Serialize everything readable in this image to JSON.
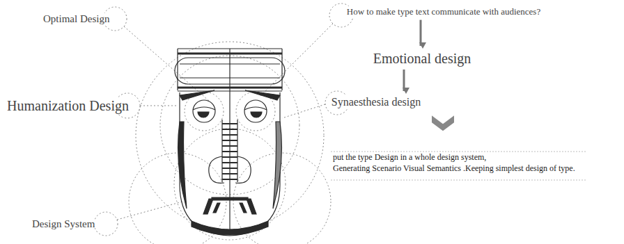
{
  "diagram": {
    "nodes": [
      {
        "text": [
          "How to make type text communicate with audiences?"
        ]
      },
      {
        "text": [
          "Emotional design"
        ]
      },
      {
        "text": [
          "Synaesthesia design"
        ]
      },
      {
        "text": [
          "put the type Design in a whole design system,",
          "Generating Scenario Visual Semantics .Keeping simplest design of type."
        ]
      }
    ],
    "edges": [
      {
        "from": 0,
        "to": 1,
        "arrow": "to"
      },
      {
        "from": 1,
        "to": 2,
        "arrow": "to"
      },
      {
        "from": 2,
        "to": 3,
        "arrow": "to"
      }
    ],
    "labels": [
      "Optimal Design",
      "Humanization Design",
      "Design System"
    ]
  }
}
